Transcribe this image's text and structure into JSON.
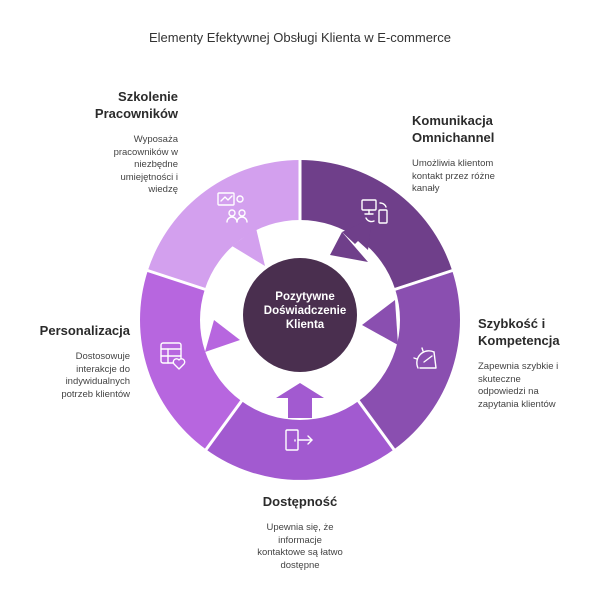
{
  "title": "Elementy Efektywnej Obsługi Klienta w E-commerce",
  "center": {
    "line1": "Pozytywne",
    "line2": "Doświadczenie",
    "line3": "Klienta"
  },
  "segments": [
    {
      "heading_l1": "Komunikacja",
      "heading_l2": "Omnichannel",
      "desc_l1": "Umożliwia klientom",
      "desc_l2": "kontakt przez różne",
      "desc_l3": "kanały",
      "icon": "devices-sync-icon",
      "color": "#6f3f8a"
    },
    {
      "heading_l1": "Szybkość i",
      "heading_l2": "Kompetencja",
      "desc_l1": "Zapewnia szybkie i",
      "desc_l2": "skuteczne",
      "desc_l3": "odpowiedzi na",
      "desc_l4": "zapytania klientów",
      "icon": "speed-gauge-icon",
      "color": "#8a4fb0"
    },
    {
      "heading": "Dostępność",
      "desc_l1": "Upewnia się, że",
      "desc_l2": "informacje",
      "desc_l3": "kontaktowe są łatwo",
      "desc_l4": "dostępne",
      "icon": "door-enter-icon",
      "color": "#a25ad0"
    },
    {
      "heading": "Personalizacja",
      "desc_l1": "Dostosowuje",
      "desc_l2": "interakcje do",
      "desc_l3": "indywidualnych",
      "desc_l4": "potrzeb klientów",
      "icon": "calendar-heart-icon",
      "color": "#b766df"
    },
    {
      "heading_l1": "Szkolenie",
      "heading_l2": "Pracowników",
      "desc_l1": "Wyposaża",
      "desc_l2": "pracowników w",
      "desc_l3": "niezbędne",
      "desc_l4": "umiejętności i",
      "desc_l5": "wiedzę",
      "icon": "training-people-icon",
      "color": "#d3a0ee"
    }
  ]
}
